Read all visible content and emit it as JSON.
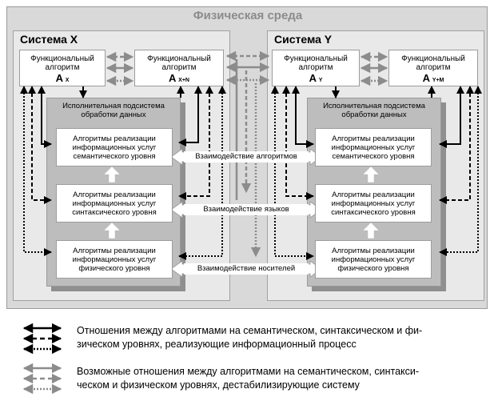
{
  "environment": {
    "title": "Физическая среда"
  },
  "system_x": {
    "title": "Система X",
    "func1": {
      "line1": "Функциональный",
      "line2": "алгоритм",
      "name": "A",
      "sub": "X"
    },
    "func2": {
      "line1": "Функциональный",
      "line2": "алгоритм",
      "name": "A",
      "sub": "X+N"
    },
    "subsystem": {
      "title1": "Исполнительная подсистема",
      "title2": "обработки данных"
    },
    "levels": [
      {
        "line1": "Алгоритмы реализации",
        "line2": "информационных услуг",
        "line3": "семантического уровня"
      },
      {
        "line1": "Алгоритмы реализации",
        "line2": "информационных услуг",
        "line3": "синтаксического уровня"
      },
      {
        "line1": "Алгоритмы реализации",
        "line2": "информационных услуг",
        "line3": "физического уровня"
      }
    ]
  },
  "system_y": {
    "title": "Система Y",
    "func1": {
      "line1": "Функциональный",
      "line2": "алгоритм",
      "name": "A",
      "sub": "Y"
    },
    "func2": {
      "line1": "Функциональный",
      "line2": "алгоритм",
      "name": "A",
      "sub": "Y+M"
    },
    "subsystem": {
      "title1": "Исполнительная подсистема",
      "title2": "обработки данных"
    },
    "levels": [
      {
        "line1": "Алгоритмы реализации",
        "line2": "информационных услуг",
        "line3": "семантического уровня"
      },
      {
        "line1": "Алгоритмы реализации",
        "line2": "информационных услуг",
        "line3": "синтаксического уровня"
      },
      {
        "line1": "Алгоритмы реализации",
        "line2": "информационных услуг",
        "line3": "физического уровня"
      }
    ]
  },
  "interactions": {
    "algorithms": "Взаимодействие алгоритмов",
    "languages": "Взаимодействие языков",
    "carriers": "Взаимодействие носителей"
  },
  "legend": {
    "black_line1": "Отношения между алгоритмами на семантическом, синтаксическом и фи-",
    "black_line2": "зическом уровнях, реализующие информационный процесс",
    "gray_line1": "Возможные отношения между алгоритмами на семантическом, синтакси-",
    "gray_line2": "ческом и физическом уровнях, дестабилизирующие систему"
  },
  "colors": {
    "black_arrow": "#000000",
    "gray_arrow": "#8c8c8c",
    "background": "#d9d9d9"
  }
}
